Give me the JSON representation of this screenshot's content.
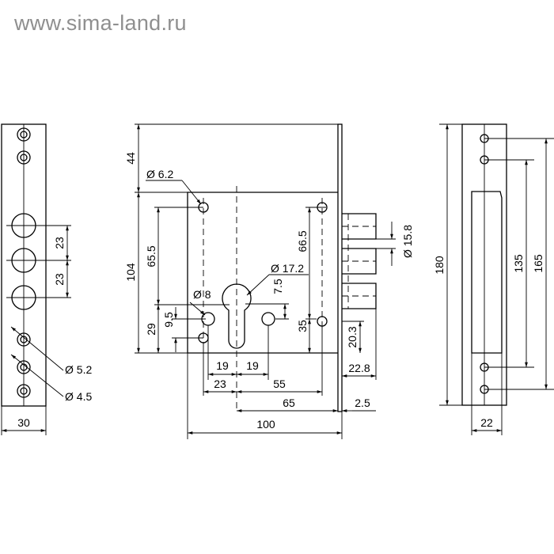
{
  "watermark": "www.sima-land.ru",
  "dimensions": {
    "faceplate_width": "30",
    "hole_spacing_1": "23",
    "hole_spacing_2": "23",
    "dia_small_1": "Ø 5.2",
    "dia_small_2": "Ø 4.5",
    "top_offset": "44",
    "body_height": "104",
    "dist_65_5": "65.5",
    "dist_29": "29",
    "dist_9_5": "9.5",
    "dia_6_2": "Ø 6.2",
    "dia_8": "Ø 8",
    "dia_17_2": "Ø 17.2",
    "dist_7_5": "7.5",
    "dist_66_5": "66.5",
    "dist_35": "35",
    "dia_15_8": "Ø 15.8",
    "dist_20_3": "20.3",
    "dist_22_8": "22.8",
    "dist_19_a": "19",
    "dist_19_b": "19",
    "dist_23": "23",
    "dist_55": "55",
    "dist_65": "65",
    "dist_2_5": "2.5",
    "body_width": "100",
    "strike_total": "180",
    "strike_135": "135",
    "strike_165": "165",
    "strike_width": "22"
  }
}
